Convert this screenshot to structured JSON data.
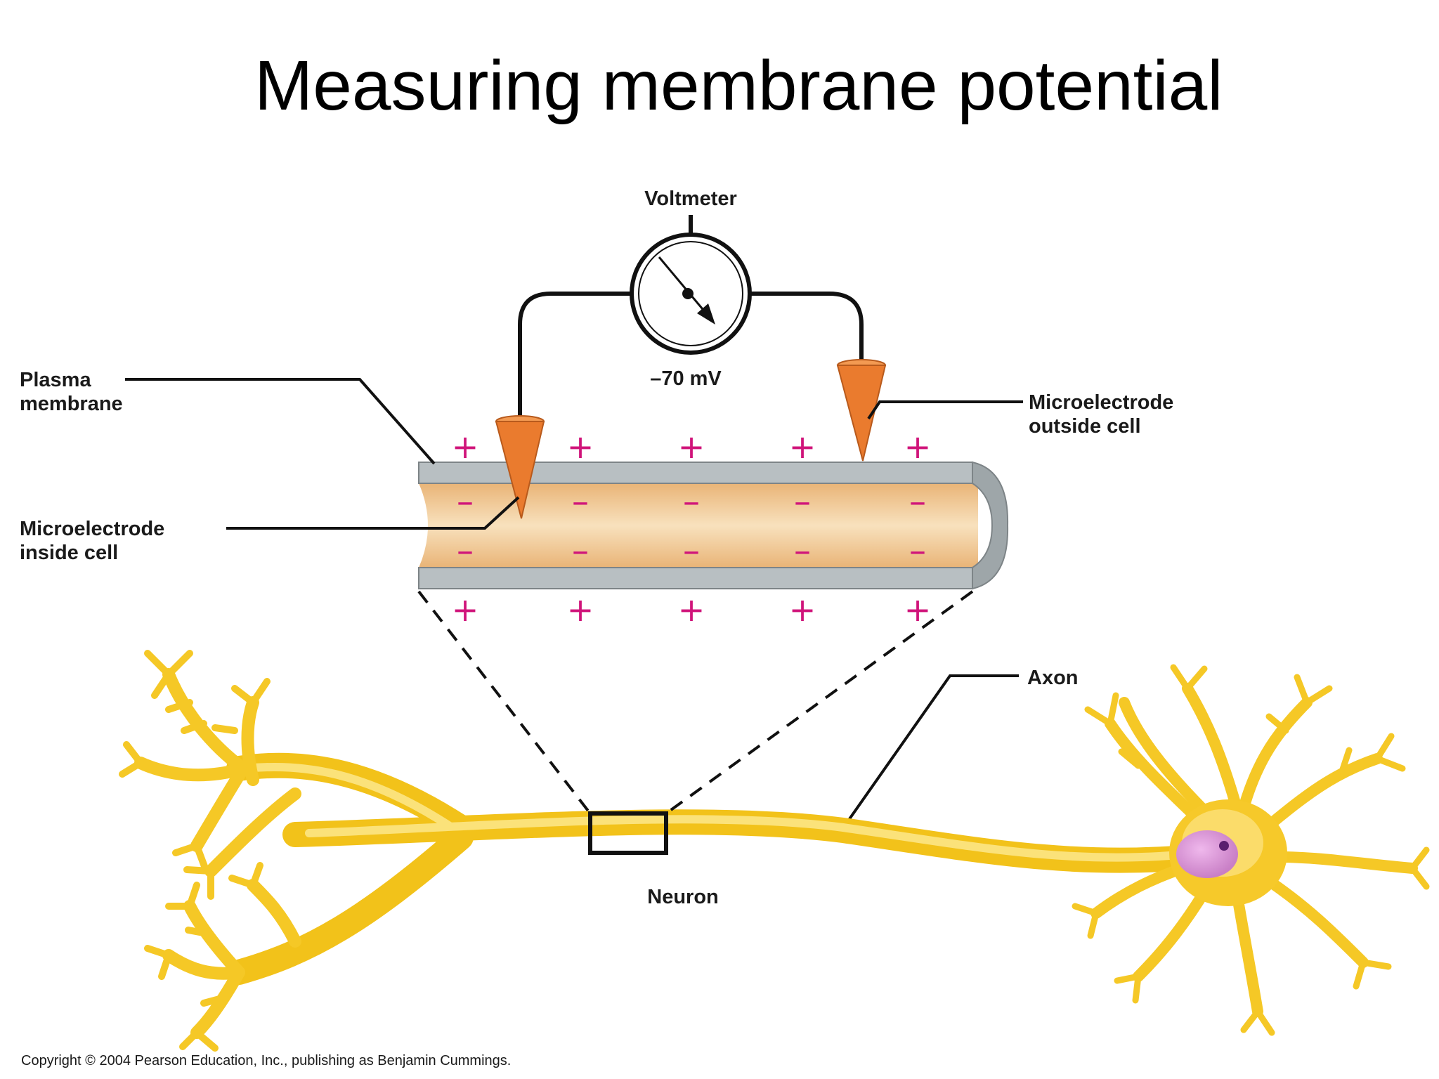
{
  "title": "Measuring membrane potential",
  "labels": {
    "voltmeter": "Voltmeter",
    "reading": "–70 mV",
    "plasma_membrane_1": "Plasma",
    "plasma_membrane_2": "membrane",
    "electrode_inside_1": "Microelectrode",
    "electrode_inside_2": "inside cell",
    "electrode_outside_1": "Microelectrode",
    "electrode_outside_2": "outside cell",
    "axon": "Axon",
    "neuron": "Neuron"
  },
  "charges": {
    "positive": "+",
    "negative": "–"
  },
  "copyright": "Copyright © 2004 Pearson Education, Inc., publishing as Benjamin Cummings.",
  "colors": {
    "neuron": "#f7cd2e",
    "membrane": "#b8bfc2",
    "cytoplasm": "#f0c78f",
    "electrode": "#ea7b2e",
    "charge": "#d0147a",
    "nucleus": "#d98fd6"
  }
}
